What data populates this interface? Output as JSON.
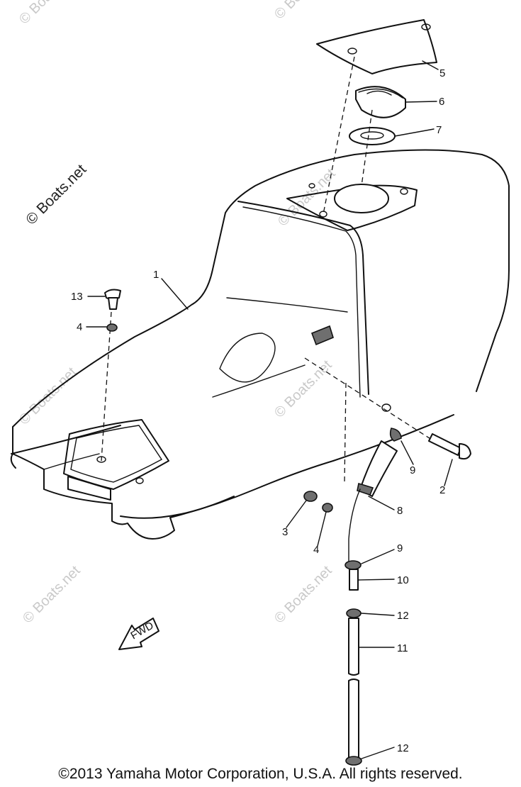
{
  "watermark": {
    "main": "© Boats.net",
    "faded": "© Boats.net"
  },
  "callouts": [
    {
      "id": "1",
      "text": "1"
    },
    {
      "id": "2",
      "text": "2"
    },
    {
      "id": "3",
      "text": "3"
    },
    {
      "id": "4a",
      "text": "4"
    },
    {
      "id": "4b",
      "text": "4"
    },
    {
      "id": "5",
      "text": "5"
    },
    {
      "id": "6",
      "text": "6"
    },
    {
      "id": "7",
      "text": "7"
    },
    {
      "id": "8",
      "text": "8"
    },
    {
      "id": "9a",
      "text": "9"
    },
    {
      "id": "9b",
      "text": "9"
    },
    {
      "id": "10",
      "text": "10"
    },
    {
      "id": "11",
      "text": "11"
    },
    {
      "id": "12a",
      "text": "12"
    },
    {
      "id": "12b",
      "text": "12"
    },
    {
      "id": "13",
      "text": "13"
    }
  ],
  "direction_arrow": "FWD",
  "copyright": "©2013 Yamaha Motor Corporation, U.S.A. All rights reserved."
}
